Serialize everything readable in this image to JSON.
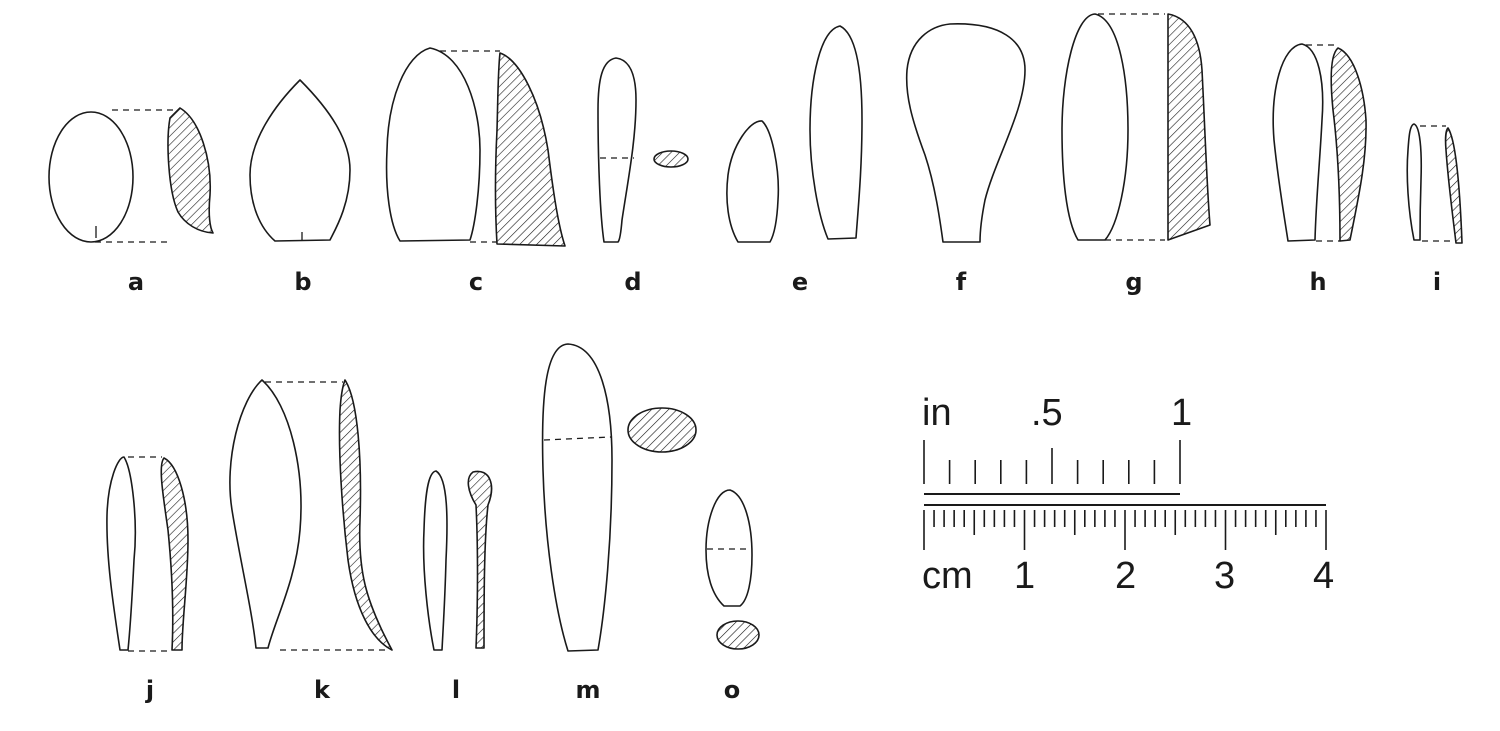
{
  "figure_labels": {
    "a": "a",
    "b": "b",
    "c": "c",
    "d": "d",
    "e": "e",
    "f": "f",
    "g": "g",
    "h": "h",
    "i": "i",
    "j": "j",
    "k": "k",
    "l": "l",
    "m": "m",
    "o": "o"
  },
  "scale_bar": {
    "inch_unit": "in",
    "inch_half": ".5",
    "inch_one": "1",
    "cm_unit": "cm",
    "cm_ticks": [
      "1",
      "2",
      "3",
      "4"
    ]
  },
  "colors": {
    "ink": "#1a1a1a",
    "background": "#ffffff"
  }
}
